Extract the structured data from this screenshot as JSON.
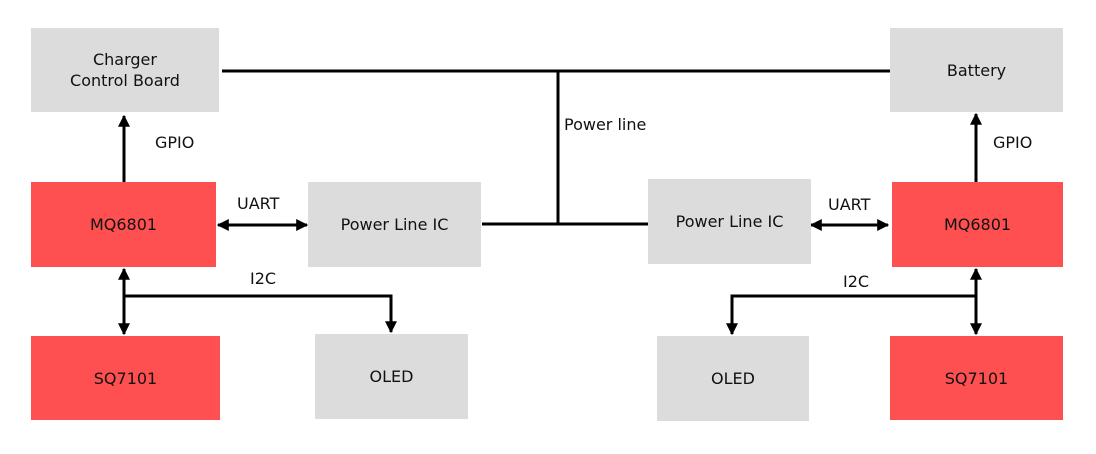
{
  "colors": {
    "module": "#fe5050",
    "peripheral": "#dcdcdc",
    "line": "#000000"
  },
  "blocks": {
    "charger_board": {
      "line1": "Charger",
      "line2": "Control Board"
    },
    "battery": "Battery",
    "left_mq": "MQ6801",
    "left_plc": "Power Line IC",
    "left_sq": "SQ7101",
    "left_oled": "OLED",
    "right_plc": "Power Line IC",
    "right_mq": "MQ6801",
    "right_oled": "OLED",
    "right_sq": "SQ7101"
  },
  "labels": {
    "left_gpio": "GPIO",
    "right_gpio": "GPIO",
    "left_uart": "UART",
    "right_uart": "UART",
    "left_i2c": "I2C",
    "right_i2c": "I2C",
    "power_line": "Power line"
  }
}
